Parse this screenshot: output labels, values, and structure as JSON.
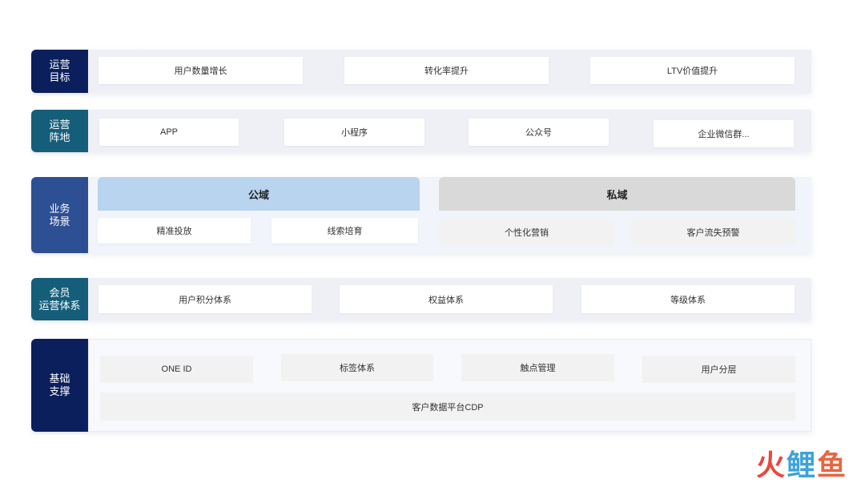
{
  "rows": {
    "goals": {
      "label": [
        "运营",
        "目标"
      ],
      "items": [
        "用户数量增长",
        "转化率提升",
        "LTV价值提升"
      ]
    },
    "channels": {
      "label": [
        "运营",
        "阵地"
      ],
      "items": [
        "APP",
        "小程序",
        "公众号",
        "企业微信群..."
      ]
    },
    "scenarios": {
      "label": [
        "业务",
        "场景"
      ],
      "public": {
        "title": "公域",
        "items": [
          "精准投放",
          "线索培育"
        ]
      },
      "private": {
        "title": "私域",
        "items": [
          "个性化营销",
          "客户流失预警"
        ]
      }
    },
    "membership": {
      "label": [
        "会员",
        "运营体系"
      ],
      "items": [
        "用户积分体系",
        "权益体系",
        "等级体系"
      ]
    },
    "foundation": {
      "label": [
        "基础",
        "支撑"
      ],
      "items": [
        "ONE ID",
        "标签体系",
        "触点管理",
        "用户分层"
      ],
      "platform": "客户数据平台CDP"
    }
  },
  "logo": {
    "parts": [
      "火",
      "鲤",
      "鱼"
    ]
  },
  "colors": {
    "navy": "#0a1f5c",
    "teal": "#155e7a",
    "blue": "#2d4f93",
    "public_header": "#b8d4ee",
    "private_header": "#d9d9d9"
  }
}
